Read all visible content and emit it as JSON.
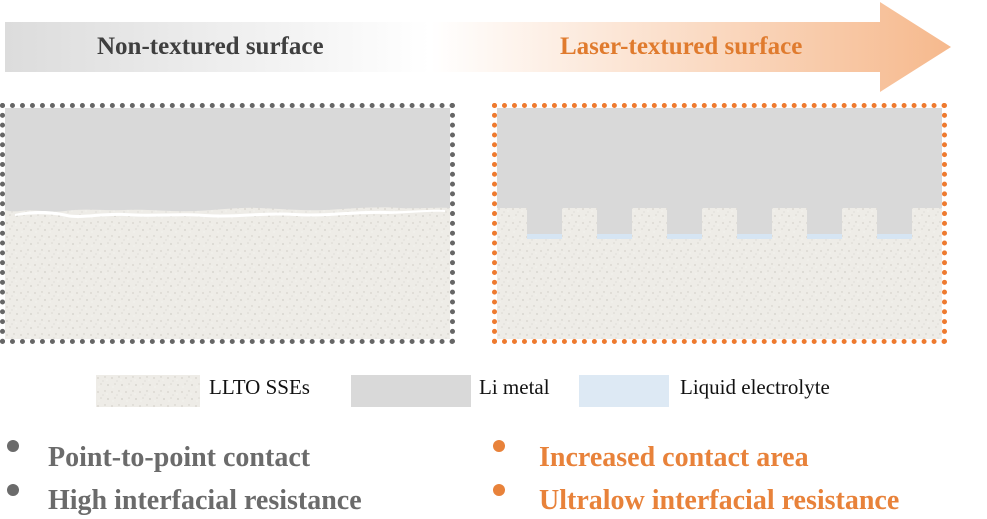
{
  "header": {
    "left_label": "Non-textured surface",
    "right_label": "Laser-textured surface"
  },
  "legend": {
    "llto": "LLTO SSEs",
    "li_metal": "Li metal",
    "liquid": "Liquid electrolyte"
  },
  "bullets_left": [
    "Point-to-point contact",
    "High interfacial resistance"
  ],
  "bullets_right": [
    "Increased contact area",
    "Ultralow interfacial resistance"
  ],
  "colors": {
    "orange": "#e8823a",
    "grey_text": "#6b6b6b",
    "li_metal": "#d9d9d9",
    "liquid_electrolyte": "#dde9f4",
    "llto": "#eceae5"
  },
  "icons": [
    "gradient-arrow",
    "bullet-dot"
  ]
}
